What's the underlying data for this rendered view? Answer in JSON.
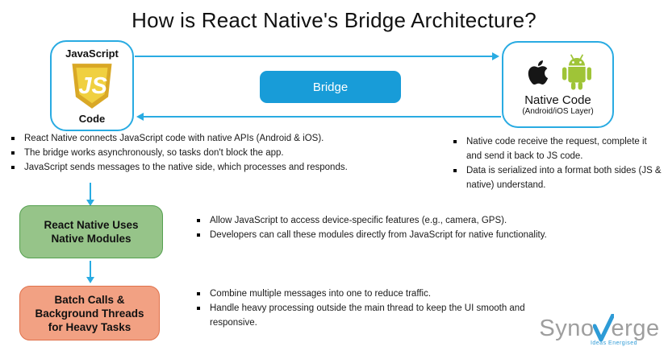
{
  "title": "How is React Native's Bridge Architecture?",
  "js_box": {
    "label_top": "JavaScript",
    "label_bottom": "Code",
    "logo_text": "JS",
    "logo_icon": "js-shield-icon"
  },
  "bridge": {
    "label": "Bridge"
  },
  "native_box": {
    "title": "Native Code",
    "subtitle": "(Android/iOS Layer)",
    "icons": [
      "apple-icon",
      "android-icon"
    ]
  },
  "bullets": {
    "left": [
      "React Native connects JavaScript code with native APIs (Android & iOS).",
      "The bridge works asynchronously, so tasks don't block the app.",
      "JavaScript sends messages to the native side, which processes and responds."
    ],
    "right": [
      "Native code receive the request, complete it and send it back to JS code.",
      "Data is serialized into a format both sides (JS & native) understand."
    ],
    "native_modules": [
      "Allow JavaScript to access device-specific features (e.g., camera, GPS).",
      "Developers can call these modules directly from JavaScript for native functionality."
    ],
    "batch_calls": [
      "Combine multiple messages into one to reduce traffic.",
      "Handle heavy processing outside the main thread to keep the UI smooth and responsive."
    ]
  },
  "flow_boxes": {
    "native_modules": "React Native Uses Native Modules",
    "batch_calls": "Batch Calls & Background Threads for Heavy Tasks"
  },
  "logo": {
    "name_part1": "Syno",
    "name_part2": "erge",
    "tagline": "Ideas Energised",
    "check_icon": "checkmark-icon"
  },
  "colors": {
    "accent_blue": "#29ABE2",
    "bridge_fill": "#189CD8",
    "green_fill": "#96C489",
    "green_border": "#55A050",
    "orange_fill": "#F2A183",
    "orange_border": "#E0714B",
    "android_green": "#9FC437",
    "js_yellow": "#F0D040",
    "js_gold": "#D9A826",
    "logo_gray": "#9E9E9E",
    "logo_blue": "#2E9BD6"
  }
}
